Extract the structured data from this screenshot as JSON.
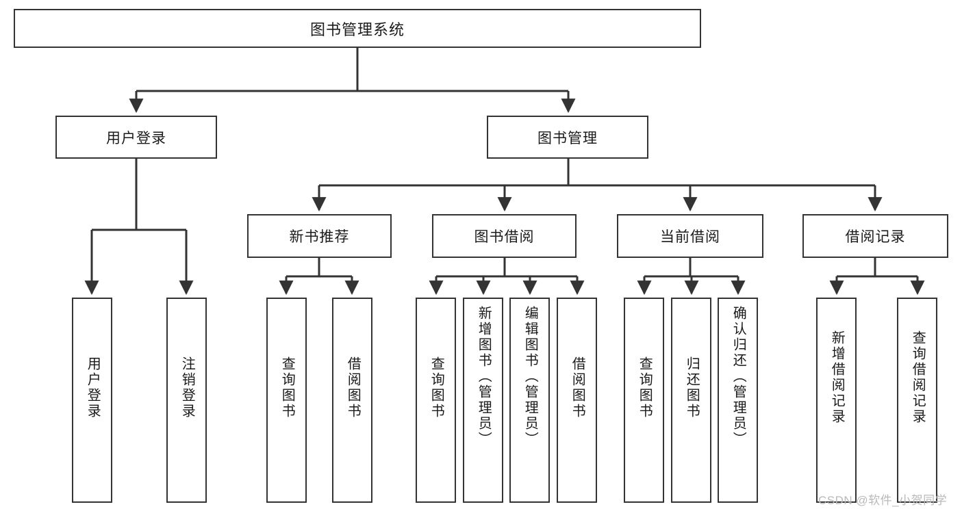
{
  "diagram": {
    "type": "tree-hierarchy",
    "title": "图书管理系统",
    "watermark": "CSDN @软件_小贺同学",
    "colors": {
      "node_border": "#333333",
      "node_fill": "#ffffff",
      "edge": "#333333",
      "text": "#1a1a1a",
      "watermark": "#b9b9b9"
    },
    "root": {
      "id": "root",
      "label": "图书管理系统"
    },
    "level2": [
      {
        "id": "user-login",
        "label": "用户登录"
      },
      {
        "id": "book-manage",
        "label": "图书管理"
      }
    ],
    "level3": [
      {
        "id": "new-book-recommend",
        "label": "新书推荐",
        "parent": "book-manage"
      },
      {
        "id": "book-borrow",
        "label": "图书借阅",
        "parent": "book-manage"
      },
      {
        "id": "current-borrow",
        "label": "当前借阅",
        "parent": "book-manage"
      },
      {
        "id": "borrow-record",
        "label": "借阅记录",
        "parent": "book-manage"
      }
    ],
    "leaves": [
      {
        "id": "leaf-user-login",
        "label": "用户登录",
        "parent": "user-login"
      },
      {
        "id": "leaf-user-logout",
        "label": "注销登录",
        "parent": "user-login"
      },
      {
        "id": "leaf-query-book-1",
        "label": "查询图书",
        "parent": "new-book-recommend"
      },
      {
        "id": "leaf-borrow-book-1",
        "label": "借阅图书",
        "parent": "new-book-recommend"
      },
      {
        "id": "leaf-query-book-2",
        "label": "查询图书",
        "parent": "book-borrow"
      },
      {
        "id": "leaf-add-book",
        "label": "新增图书（管理员）",
        "parent": "book-borrow"
      },
      {
        "id": "leaf-edit-book",
        "label": "编辑图书（管理员）",
        "parent": "book-borrow"
      },
      {
        "id": "leaf-borrow-book-2",
        "label": "借阅图书",
        "parent": "book-borrow"
      },
      {
        "id": "leaf-query-book-3",
        "label": "查询图书",
        "parent": "current-borrow"
      },
      {
        "id": "leaf-return-book",
        "label": "归还图书",
        "parent": "current-borrow"
      },
      {
        "id": "leaf-confirm-return",
        "label": "确认归还（管理员）",
        "parent": "current-borrow"
      },
      {
        "id": "leaf-add-record",
        "label": "新增借阅记录",
        "parent": "borrow-record"
      },
      {
        "id": "leaf-query-record",
        "label": "查询借阅记录",
        "parent": "borrow-record"
      }
    ]
  }
}
